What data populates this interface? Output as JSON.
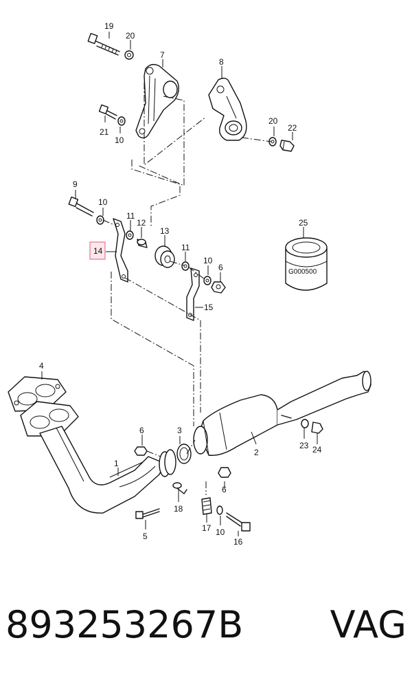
{
  "callouts": [
    {
      "id": "c1",
      "text": "1"
    },
    {
      "id": "c2",
      "text": "2"
    },
    {
      "id": "c3",
      "text": "3"
    },
    {
      "id": "c4",
      "text": "4"
    },
    {
      "id": "c5",
      "text": "5"
    },
    {
      "id": "c6a",
      "text": "6"
    },
    {
      "id": "c6b",
      "text": "6"
    },
    {
      "id": "c6c",
      "text": "6"
    },
    {
      "id": "c7",
      "text": "7"
    },
    {
      "id": "c8",
      "text": "8"
    },
    {
      "id": "c9",
      "text": "9"
    },
    {
      "id": "c10a",
      "text": "10"
    },
    {
      "id": "c10b",
      "text": "10"
    },
    {
      "id": "c10c",
      "text": "10"
    },
    {
      "id": "c10d",
      "text": "10"
    },
    {
      "id": "c11a",
      "text": "11"
    },
    {
      "id": "c11b",
      "text": "11"
    },
    {
      "id": "c12",
      "text": "12"
    },
    {
      "id": "c13",
      "text": "13"
    },
    {
      "id": "c14",
      "text": "14"
    },
    {
      "id": "c15",
      "text": "15"
    },
    {
      "id": "c16",
      "text": "16"
    },
    {
      "id": "c17",
      "text": "17"
    },
    {
      "id": "c18",
      "text": "18"
    },
    {
      "id": "c19",
      "text": "19"
    },
    {
      "id": "c20a",
      "text": "20"
    },
    {
      "id": "c20b",
      "text": "20"
    },
    {
      "id": "c21",
      "text": "21"
    },
    {
      "id": "c22",
      "text": "22"
    },
    {
      "id": "c23",
      "text": "23"
    },
    {
      "id": "c24",
      "text": "24"
    },
    {
      "id": "c25",
      "text": "25"
    }
  ],
  "highlight_color": "#e8748a",
  "mount_code": "G000500",
  "caption": {
    "part_number": "893253267B",
    "brand": "VAG"
  }
}
